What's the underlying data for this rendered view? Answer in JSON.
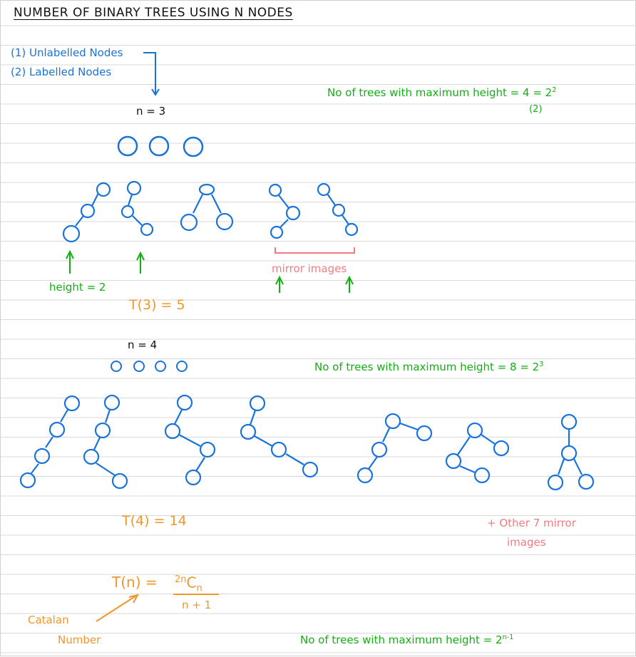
{
  "title": "NUMBER OF BINARY TREES USING N NODES",
  "types": [
    "(1) Unlabelled Nodes",
    "(2) Labelled Nodes"
  ],
  "n3": {
    "label": "n = 3",
    "max_height_text": "No of trees with maximum height = 4 = 2",
    "max_height_exp": "2",
    "max_height_sub": "(2)",
    "height_note": "height = 2",
    "mirror_note": "mirror images",
    "count": "T(3) = 5"
  },
  "n4": {
    "label": "n = 4",
    "max_height_text": "No of trees with maximum height = 8 = 2",
    "max_height_exp": "3",
    "count": "T(4) = 14",
    "other_mirrors_line1": "+ Other 7 mirror",
    "other_mirrors_line2": "images"
  },
  "formula": {
    "lhs": "T(n) =",
    "num_sup": "2n",
    "num_main": "C",
    "num_sub": "n",
    "denominator": "n + 1"
  },
  "catalan": [
    "Catalan",
    "Number"
  ],
  "general": {
    "text": "No of trees with maximum height = 2",
    "exp": "n-1"
  },
  "colors": {
    "ink": "#111111",
    "blue": "#1a73d9",
    "green": "#12b012",
    "orange": "#f0962a",
    "pink": "#f07c80"
  }
}
